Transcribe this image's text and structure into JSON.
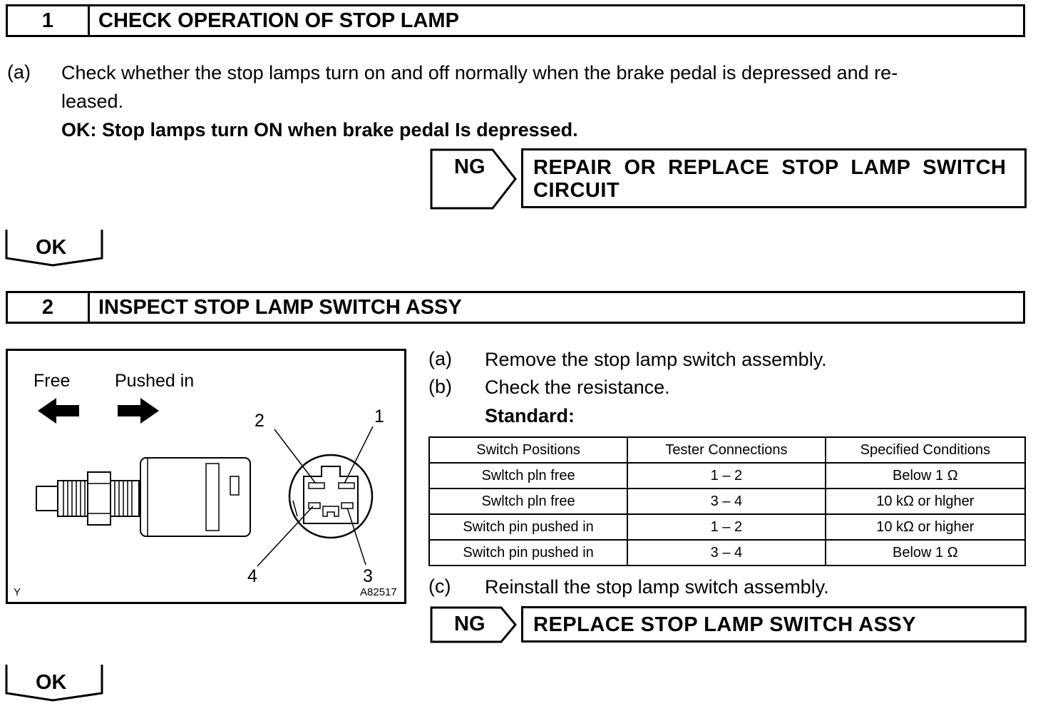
{
  "step1": {
    "number": "1",
    "title": "CHECK OPERATION OF STOP LAMP",
    "para_a_label": "(a)",
    "para_a_line1": "Check whether the stop lamps turn on and off normally when the brake pedal is depressed and re-",
    "para_a_line2": "leased.",
    "ok_criterion": "OK: Stop lamps turn ON when brake pedal Is depressed.",
    "ng_label": "NG",
    "ng_action_line1": "REPAIR  OR  REPLACE  STOP  LAMP  SWITCH",
    "ng_action_line2": "CIRCUIT",
    "ok_label": "OK"
  },
  "step2": {
    "number": "2",
    "title": "INSPECT STOP LAMP SWITCH ASSY",
    "figure": {
      "free_label": "Free",
      "pushed_label": "Pushed in",
      "pin1": "1",
      "pin2": "2",
      "pin3": "3",
      "pin4": "4",
      "corner_code": "Y",
      "figure_id": "A82517"
    },
    "para_a_label": "(a)",
    "para_a": "Remove the stop lamp switch assembly.",
    "para_b_label": "(b)",
    "para_b": "Check the resistance.",
    "standard_label": "Standard:",
    "table": {
      "headers": [
        "Switch Positions",
        "Tester Connections",
        "Specified Conditions"
      ],
      "rows": [
        [
          "Swltch pln free",
          "1 – 2",
          "Below 1 Ω"
        ],
        [
          "Swltch pln free",
          "3 – 4",
          "10 kΩ or hlgher"
        ],
        [
          "Switch pin pushed in",
          "1 – 2",
          "10 kΩ or higher"
        ],
        [
          "Switch pin pushed in",
          "3 – 4",
          "Below 1 Ω"
        ]
      ]
    },
    "para_c_label": "(c)",
    "para_c": "Reinstall the stop lamp switch assembly.",
    "ng_label": "NG",
    "ng_action": "REPLACE STOP LAMP SWITCH ASSY",
    "ok_label": "OK"
  }
}
